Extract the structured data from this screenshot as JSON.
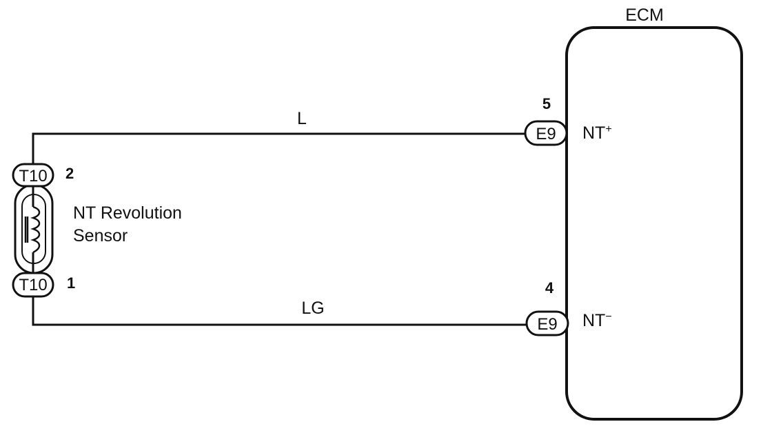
{
  "ecm": {
    "title": "ECM",
    "terminal_plus": {
      "name": "NT",
      "sup": "+"
    },
    "terminal_minus": {
      "name": "NT",
      "sup": "−"
    }
  },
  "sensor": {
    "name_line1": "NT Revolution",
    "name_line2": "Sensor",
    "coil_icon": "coil-icon"
  },
  "connectors": {
    "t10_top": {
      "label": "T10",
      "pin": "2"
    },
    "t10_bottom": {
      "label": "T10",
      "pin": "1"
    },
    "e9_top": {
      "label": "E9",
      "pin": "5"
    },
    "e9_bottom": {
      "label": "E9",
      "pin": "4"
    }
  },
  "wires": {
    "top": {
      "color_code": "L"
    },
    "bottom": {
      "color_code": "LG"
    }
  }
}
